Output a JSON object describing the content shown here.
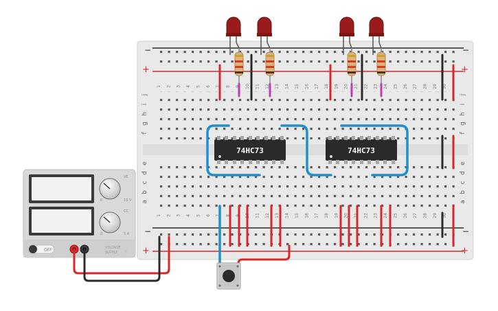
{
  "breadboard": {
    "rail_symbols": {
      "minus": "−",
      "plus": "+"
    },
    "row_letters_top": [
      "j",
      "i",
      "h",
      "g",
      "f"
    ],
    "row_letters_bottom": [
      "e",
      "d",
      "c",
      "b",
      "a"
    ],
    "column_numbers_top": [
      "1",
      "2",
      "3",
      "4",
      "5",
      "6",
      "7",
      "8",
      "9",
      "10",
      "11",
      "12",
      "13",
      "14",
      "15",
      "16",
      "17",
      "18",
      "19",
      "20",
      "21",
      "22",
      "23",
      "24",
      "25",
      "26",
      "27",
      "28",
      "29",
      "30"
    ],
    "column_numbers_bottom": [
      "1",
      "2",
      "3",
      "4",
      "5",
      "6",
      "7",
      "8",
      "9",
      "10",
      "11",
      "12",
      "13",
      "14",
      "15",
      "16",
      "17",
      "18",
      "19",
      "20",
      "21",
      "22",
      "23",
      "24",
      "25",
      "26",
      "27",
      "28",
      "29",
      "30"
    ]
  },
  "chips": [
    {
      "label": "74HC73"
    },
    {
      "label": "74HC73"
    }
  ],
  "power_supply": {
    "knob1_label": "VE",
    "knob1_range": [
      "0",
      "10 V"
    ],
    "knob2_label": "CC",
    "knob2_range": [
      "0",
      "5 A"
    ],
    "switch_label": "OFF",
    "brand_label": [
      "VOLTAGE",
      "SUPPLY"
    ]
  },
  "colors": {
    "breadboard": "#e9e9e9",
    "rail_red": "#d8262b",
    "rail_black": "#2b2b2b",
    "wire_blue": "#1f8fd0",
    "wire_red": "#d8262b",
    "led": "#9a1b1b",
    "chip": "#2a2a2a",
    "jumper_pink": "#c13bb5"
  }
}
